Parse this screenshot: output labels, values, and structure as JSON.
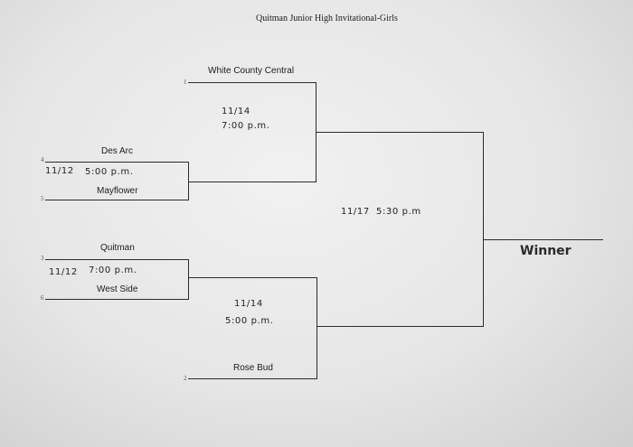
{
  "title": "Quitman Junior High Invitational-Girls",
  "seeds": {
    "s1": "1",
    "s4": "4",
    "s5": "5",
    "s3": "3",
    "s6": "6",
    "s2": "2"
  },
  "teams": {
    "white_county_central": "White County Central",
    "des_arc": "Des Arc",
    "mayflower": "Mayflower",
    "quitman": "Quitman",
    "west_side": "West Side",
    "rose_bud": "Rose Bud"
  },
  "games": {
    "g1": {
      "date": "11/12",
      "time": "5:00 p.m."
    },
    "g2": {
      "date": "11/12",
      "time": "7:00 p.m."
    },
    "g3": {
      "date": "11/14",
      "time": "7:00 p.m."
    },
    "g4": {
      "date": "11/14",
      "time": "5:00 p.m."
    },
    "final": {
      "date": "11/17",
      "time": "5:30 p.m"
    }
  },
  "winner_label": "Winner"
}
